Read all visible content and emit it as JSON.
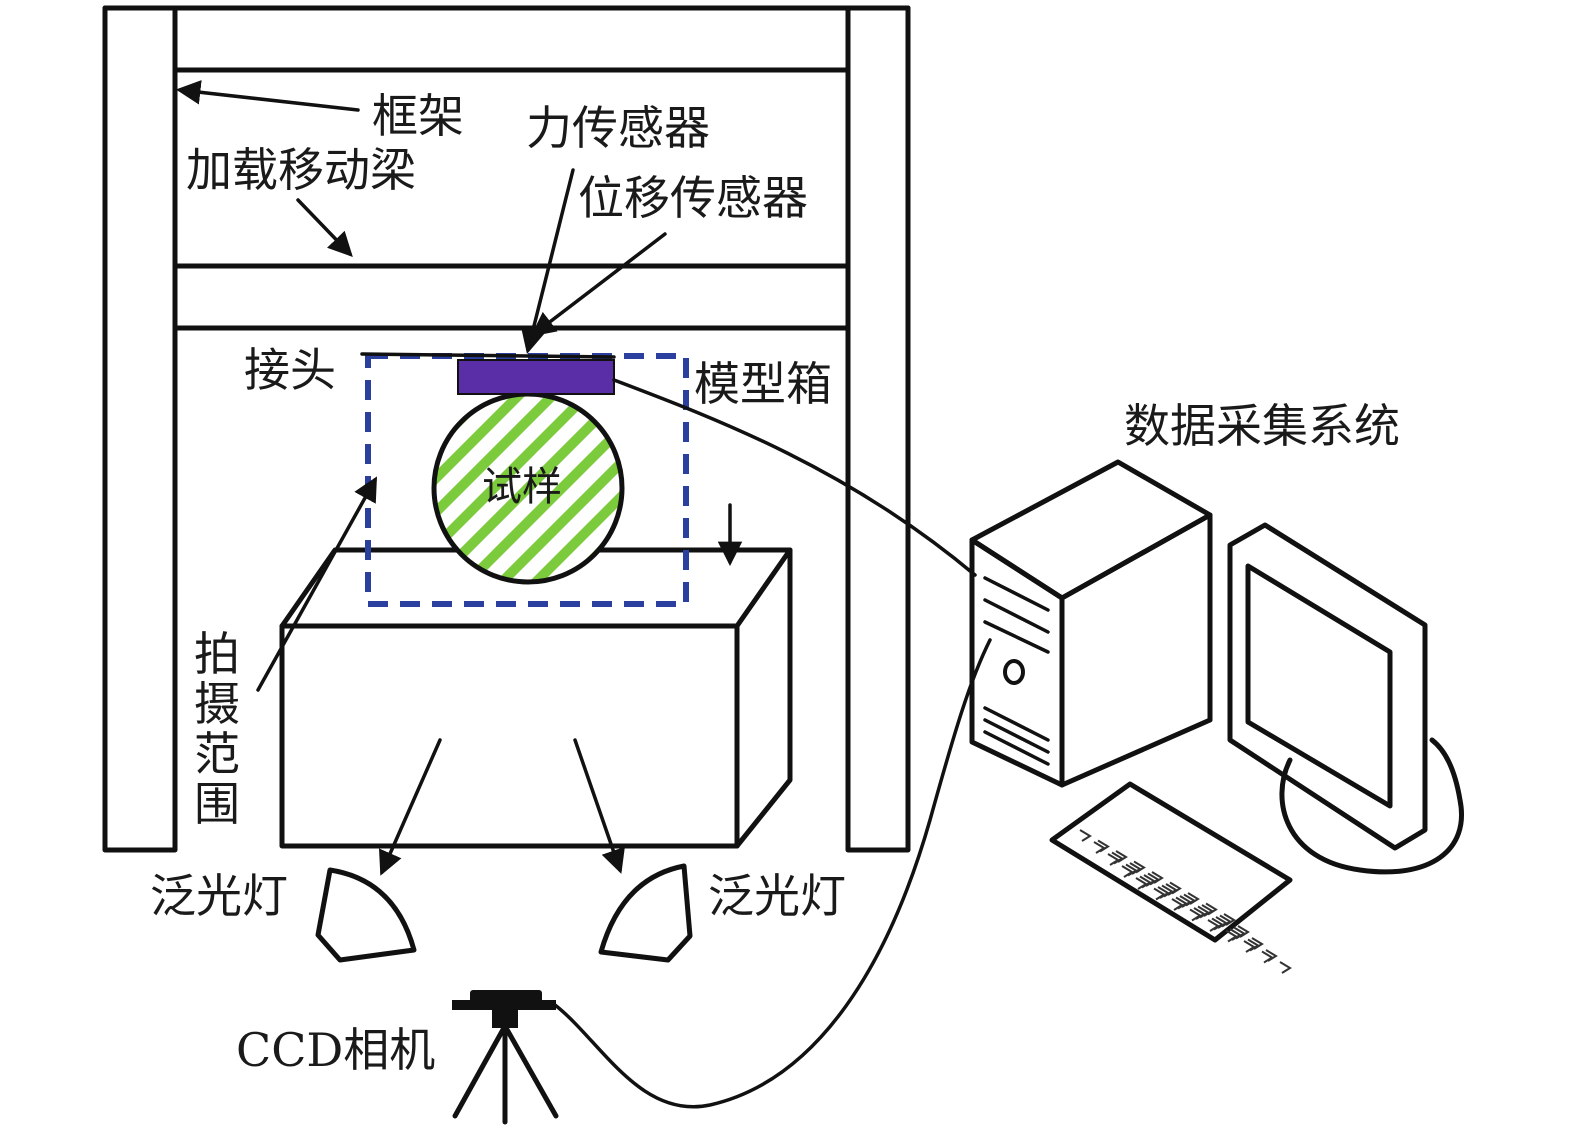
{
  "labels": {
    "frame": "框架",
    "loading_beam": "加载移动梁",
    "force_sensor": "力传感器",
    "displacement_sensor": "位移传感器",
    "connector": "接头",
    "model_box": "模型箱",
    "specimen": "试样",
    "data_acquisition": "数据采集系统",
    "shooting_range": "拍摄范围",
    "floodlight_left": "泛光灯",
    "floodlight_right": "泛光灯",
    "ccd_camera": "CCD相机"
  },
  "colors": {
    "line": "#111111",
    "model_box_dash": "#2b3f9e",
    "sensor_block": "#5a2ea6",
    "specimen_fill": "#ffffff",
    "specimen_stripes": "#7ccb3c"
  }
}
